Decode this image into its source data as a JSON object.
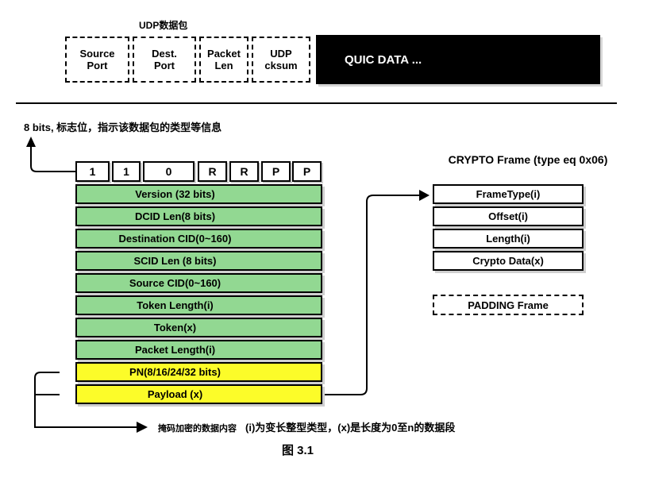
{
  "udp_section": {
    "label": "UDP数据包",
    "fields": [
      {
        "line1": "Source",
        "line2": "Port"
      },
      {
        "line1": "Dest.",
        "line2": "Port"
      },
      {
        "line1": "Packet",
        "line2": "Len"
      },
      {
        "line1": "UDP",
        "line2": "cksum"
      }
    ],
    "quic_data_label": "QUIC DATA ..."
  },
  "flag_note": "8 bits, 标志位，指示该数据包的类型等信息",
  "flag_bits": [
    "1",
    "1",
    "0",
    "R",
    "R",
    "P",
    "P"
  ],
  "packet_fields": [
    {
      "label": "Version (32 bits)",
      "color": "green"
    },
    {
      "label": "DCID Len(8 bits)",
      "color": "green"
    },
    {
      "label": "Destination CID(0~160)",
      "color": "green"
    },
    {
      "label": "SCID Len (8 bits)",
      "color": "green"
    },
    {
      "label": "Source CID(0~160)",
      "color": "green"
    },
    {
      "label": "Token Length(i)",
      "color": "green"
    },
    {
      "label": "Token(x)",
      "color": "green"
    },
    {
      "label": "Packet Length(i)",
      "color": "green"
    },
    {
      "label": "PN(8/16/24/32 bits)",
      "color": "yellow"
    },
    {
      "label": "Payload (x)",
      "color": "yellow"
    }
  ],
  "crypto_frame": {
    "title": "CRYPTO Frame (type eq 0x06)",
    "fields": [
      "FrameType(i)",
      "Offset(i)",
      "Length(i)",
      "Crypto Data(x)"
    ]
  },
  "padding_frame_label": "PADDING Frame",
  "footnotes": {
    "mask_note": "掩码加密的数据内容",
    "legend": "(i)为变长整型类型，(x)是长度为0至n的数据段"
  },
  "caption": "图 3.1",
  "colors": {
    "field_green": "#92d892",
    "field_yellow": "#fcfc29",
    "quic_black": "#000000"
  }
}
